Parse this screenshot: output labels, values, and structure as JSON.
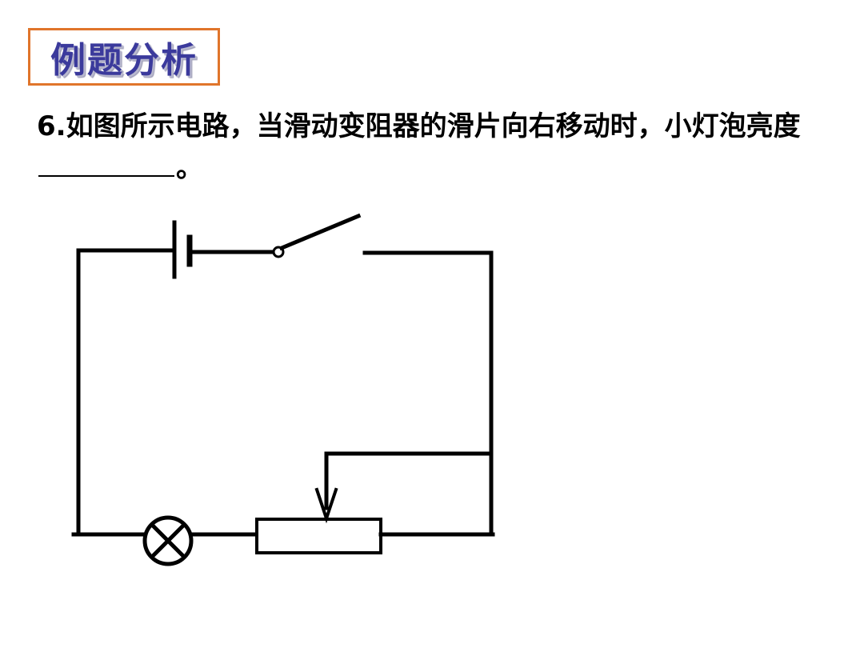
{
  "header": {
    "title": "例题分析"
  },
  "question": {
    "number": "6.",
    "text": "如图所示电路，当滑动变阻器的滑片向右移动时，小灯泡亮度",
    "end": "。"
  },
  "colors": {
    "title_text": "#3b3a9c",
    "title_border": "#e0752b",
    "wire": "#000000"
  },
  "diagram": {
    "components": [
      "battery",
      "switch",
      "lamp",
      "rheostat",
      "slider-arrow"
    ]
  }
}
